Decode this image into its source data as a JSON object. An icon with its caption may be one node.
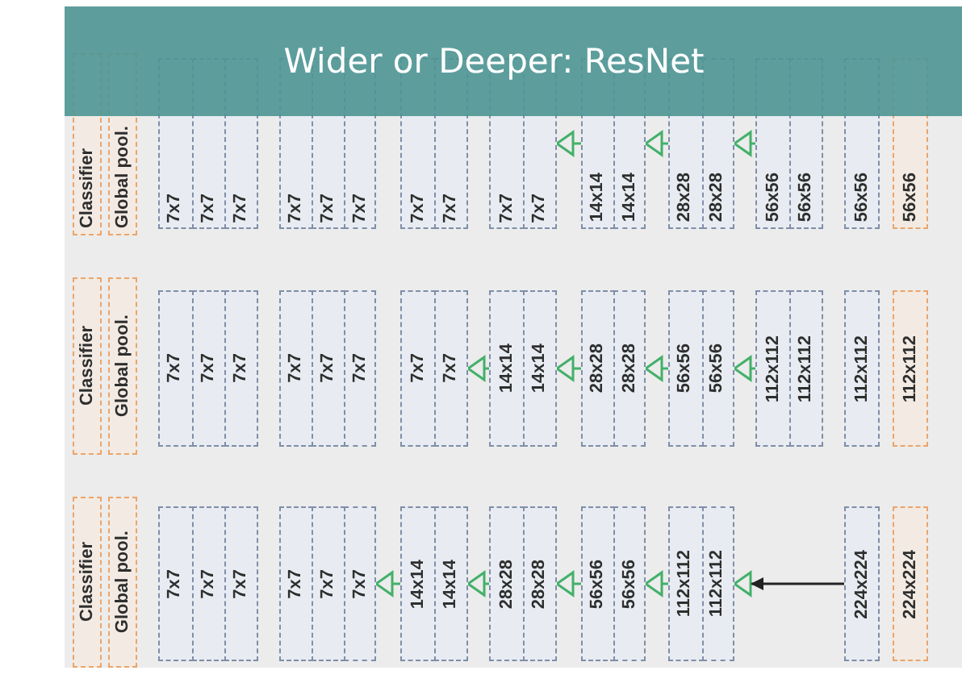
{
  "diagram": {
    "title": "Wider or Deeper: ResNet",
    "nodes": [
      {
        "text": [
          "Classifier"
        ]
      },
      {
        "text": [
          "Global pool."
        ]
      },
      {
        "text": [
          "7x7"
        ]
      },
      {
        "text": [
          "7x7"
        ]
      },
      {
        "text": [
          "7x7"
        ]
      },
      {
        "text": [
          "7x7"
        ]
      },
      {
        "text": [
          "7x7"
        ]
      },
      {
        "text": [
          "7x7"
        ]
      },
      {
        "text": [
          "7x7"
        ]
      },
      {
        "text": [
          "7x7"
        ]
      },
      {
        "text": [
          "7x7"
        ]
      },
      {
        "text": [
          "7x7"
        ]
      },
      {
        "text": [
          "14x14"
        ]
      },
      {
        "text": [
          "14x14"
        ]
      },
      {
        "text": [
          "28x28"
        ]
      },
      {
        "text": [
          "28x28"
        ]
      },
      {
        "text": [
          "56x56"
        ]
      },
      {
        "text": [
          "56x56"
        ]
      },
      {
        "text": [
          "56x56"
        ]
      },
      {
        "text": [
          "56x56"
        ]
      },
      {
        "text": [
          "Classifier"
        ]
      },
      {
        "text": [
          "Global pool."
        ]
      },
      {
        "text": [
          "7x7"
        ]
      },
      {
        "text": [
          "7x7"
        ]
      },
      {
        "text": [
          "7x7"
        ]
      },
      {
        "text": [
          "7x7"
        ]
      },
      {
        "text": [
          "7x7"
        ]
      },
      {
        "text": [
          "7x7"
        ]
      },
      {
        "text": [
          "7x7"
        ]
      },
      {
        "text": [
          "7x7"
        ]
      },
      {
        "text": [
          "14x14"
        ]
      },
      {
        "text": [
          "14x14"
        ]
      },
      {
        "text": [
          "28x28"
        ]
      },
      {
        "text": [
          "28x28"
        ]
      },
      {
        "text": [
          "56x56"
        ]
      },
      {
        "text": [
          "56x56"
        ]
      },
      {
        "text": [
          "112x112"
        ]
      },
      {
        "text": [
          "112x112"
        ]
      },
      {
        "text": [
          "112x112"
        ]
      },
      {
        "text": [
          "112x112"
        ]
      },
      {
        "text": [
          "Classifier"
        ]
      },
      {
        "text": [
          "Global pool."
        ]
      },
      {
        "text": [
          "7x7"
        ]
      },
      {
        "text": [
          "7x7"
        ]
      },
      {
        "text": [
          "7x7"
        ]
      },
      {
        "text": [
          "7x7"
        ]
      },
      {
        "text": [
          "7x7"
        ]
      },
      {
        "text": [
          "7x7"
        ]
      },
      {
        "text": [
          "14x14"
        ]
      },
      {
        "text": [
          "14x14"
        ]
      },
      {
        "text": [
          "28x28"
        ]
      },
      {
        "text": [
          "28x28"
        ]
      },
      {
        "text": [
          "56x56"
        ]
      },
      {
        "text": [
          "56x56"
        ]
      },
      {
        "text": [
          "112x112"
        ]
      },
      {
        "text": [
          "112x112"
        ]
      },
      {
        "text": [
          "224x224"
        ]
      },
      {
        "text": [
          "224x224"
        ]
      }
    ],
    "edges": [
      {
        "from": 12,
        "to": 11,
        "arrow": "to"
      },
      {
        "from": 14,
        "to": 13,
        "arrow": "to"
      },
      {
        "from": 16,
        "to": 15,
        "arrow": "to"
      },
      {
        "from": 30,
        "to": 29,
        "arrow": "to"
      },
      {
        "from": 32,
        "to": 31,
        "arrow": "to"
      },
      {
        "from": 34,
        "to": 33,
        "arrow": "to"
      },
      {
        "from": 36,
        "to": 35,
        "arrow": "to"
      },
      {
        "from": 48,
        "to": 47,
        "arrow": "to"
      },
      {
        "from": 50,
        "to": 49,
        "arrow": "to"
      },
      {
        "from": 52,
        "to": 51,
        "arrow": "to"
      },
      {
        "from": 54,
        "to": 53,
        "arrow": "to"
      },
      {
        "from": 56,
        "to": 55,
        "arrow": "to",
        "color": "#222222"
      }
    ]
  }
}
